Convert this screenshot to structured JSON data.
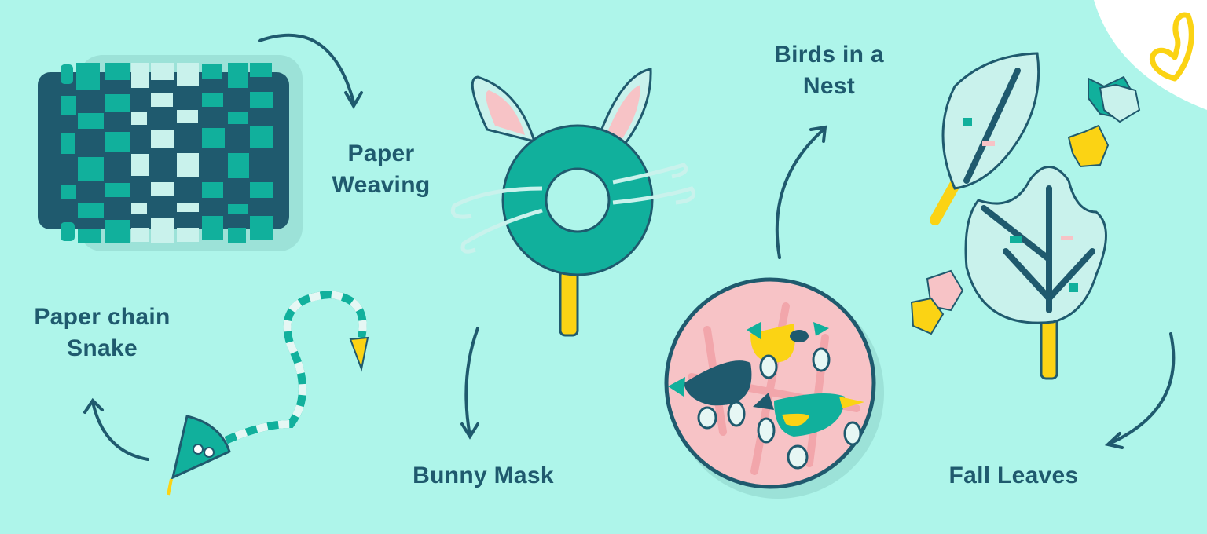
{
  "labels": {
    "paper_weaving": "Paper\nWeaving",
    "paper_weaving_l1": "Paper",
    "paper_weaving_l2": "Weaving",
    "bunny_mask": "Bunny Mask",
    "birds_l1": "Birds in a",
    "birds_l2": "Nest",
    "snake_l1": "Paper chain",
    "snake_l2": "Snake",
    "fall_leaves": "Fall Leaves"
  },
  "icons": [
    "heart-logo-icon",
    "arrow-icon"
  ],
  "colors": {
    "background": "#aef5ea",
    "navy": "#1f5a6e",
    "teal": "#11b09c",
    "pale": "#c9f2ec",
    "yellow": "#fbd314",
    "pink": "#f7c3c6",
    "white": "#ffffff"
  }
}
